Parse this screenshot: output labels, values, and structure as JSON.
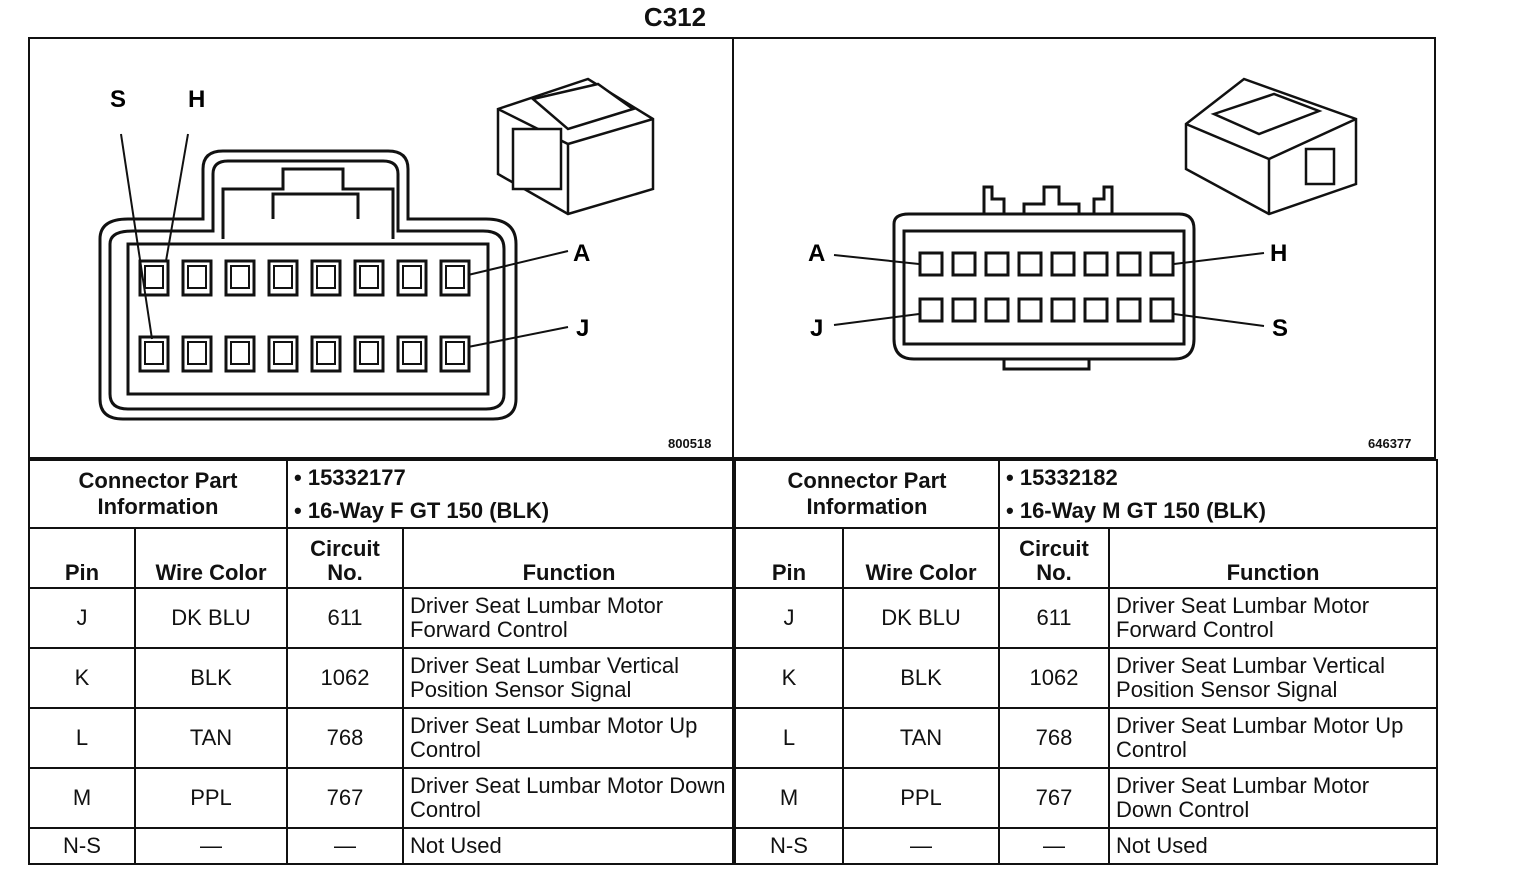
{
  "connector_title": "C312",
  "left": {
    "figure_id": "800518",
    "pin_labels": {
      "a": "A",
      "h": "H",
      "j": "J",
      "s": "S"
    },
    "part_info_label": "Connector Part Information",
    "part_number": "• 15332177",
    "part_desc": "• 16-Way F GT 150 (BLK)"
  },
  "right": {
    "figure_id": "646377",
    "pin_labels": {
      "a": "A",
      "h": "H",
      "j": "J",
      "s": "S"
    },
    "part_info_label": "Connector Part Information",
    "part_number": "• 15332182",
    "part_desc": "• 16-Way M GT 150 (BLK)"
  },
  "headers_left": {
    "pin": "Pin",
    "wire_color": "Wire Color",
    "circuit": "Circuit No.",
    "function": "Function"
  },
  "headers_right": {
    "pin": "Pin",
    "wire_color": "Wire Color",
    "circuit": "Circuit No.",
    "function": "Function"
  },
  "rows": [
    {
      "pin": "J",
      "color": "DK BLU",
      "circuit": "611",
      "function": "Driver Seat Lumbar Motor Forward Control"
    },
    {
      "pin": "K",
      "color": "BLK",
      "circuit": "1062",
      "function": "Driver Seat Lumbar Vertical Position Sensor Signal"
    },
    {
      "pin": "L",
      "color": "TAN",
      "circuit": "768",
      "function": "Driver Seat Lumbar Motor Up Control"
    },
    {
      "pin": "M",
      "color": "PPL",
      "circuit": "767",
      "function": "Driver Seat Lumbar Motor Down Control"
    },
    {
      "pin": "N-S",
      "color": "—",
      "circuit": "—",
      "function": "Not Used"
    }
  ]
}
